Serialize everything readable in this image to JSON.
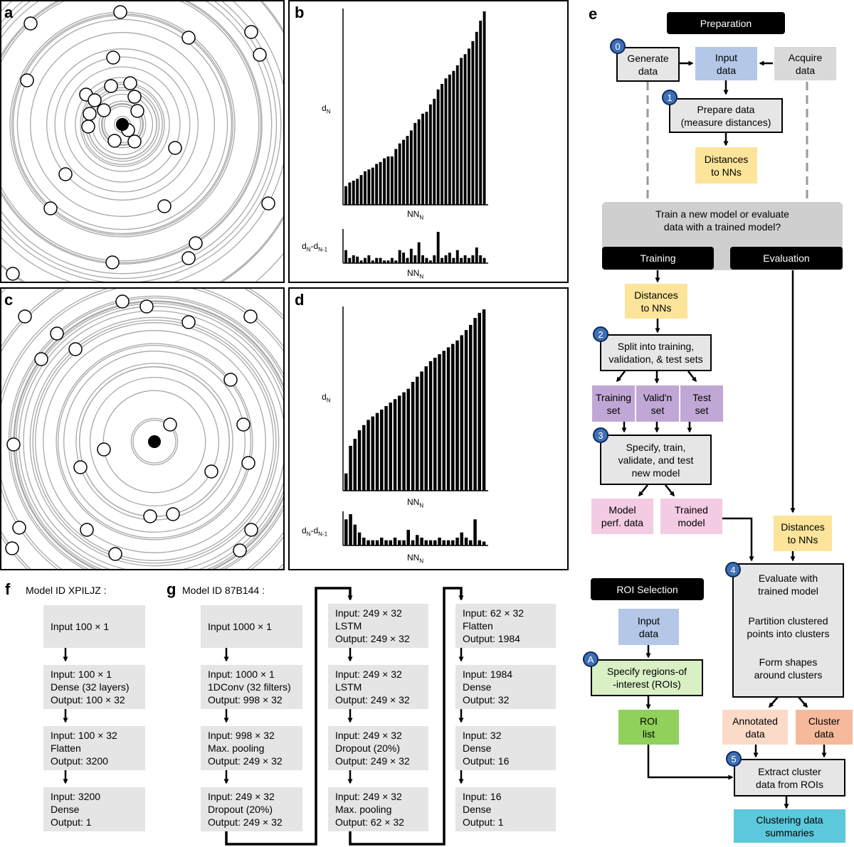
{
  "panels": {
    "a": "a",
    "b": "b",
    "c": "c",
    "d": "d",
    "e": "e",
    "f": "f",
    "g": "g"
  },
  "axes": {
    "dN_main": "d",
    "dN_sub": "N",
    "NNN_main": "NN",
    "NNN_sub": "N",
    "diff_main": "d",
    "diff_sub1": "N",
    "diff_mid": "-d",
    "diff_sub2": "N-1"
  },
  "chart_data": [
    {
      "type": "bar",
      "panel": "b",
      "series": [
        {
          "values": [
            1.0,
            1.2,
            1.3,
            1.4,
            1.6,
            1.8,
            1.9,
            2.0,
            2.2,
            2.3,
            2.5,
            2.6,
            2.6,
            3.0,
            3.3,
            3.5,
            3.7,
            4.0,
            4.4,
            4.6,
            4.9,
            5.0,
            5.4,
            5.7,
            6.2,
            6.5,
            6.8,
            7.0,
            7.2,
            7.5,
            7.9,
            8.1,
            8.4,
            8.8,
            9.3,
            9.9,
            10.4
          ]
        },
        {
          "values": [
            0.5,
            0.2,
            0.3,
            0.25,
            0.1,
            0.2,
            0.3,
            0.1,
            0.2,
            0.2,
            0.1,
            0.1,
            0.2,
            0.1,
            0.5,
            0.4,
            0.2,
            0.55,
            0.3,
            0.8,
            0.3,
            0.2,
            0.1,
            0.3,
            1.2,
            0.2,
            0.3,
            0.4,
            0.2,
            0.5,
            0.2,
            0.3,
            0.2,
            0.3,
            0.6,
            0.3,
            0.2
          ]
        }
      ]
    },
    {
      "type": "bar",
      "panel": "d",
      "series": [
        {
          "values": [
            1.0,
            2.6,
            3.0,
            3.5,
            3.8,
            4.1,
            4.3,
            4.5,
            4.7,
            4.9,
            5.1,
            5.3,
            5.5,
            5.7,
            5.9,
            6.3,
            6.6,
            6.9,
            7.2,
            7.5,
            7.7,
            7.9,
            8.1,
            8.3,
            8.5,
            8.7,
            9.0,
            9.3,
            9.6,
            10.0,
            10.3,
            10.5
          ]
        },
        {
          "values": [
            1.0,
            1.2,
            0.8,
            0.5,
            0.3,
            0.2,
            0.2,
            0.2,
            0.3,
            0.2,
            0.2,
            0.3,
            0.2,
            0.2,
            0.6,
            0.2,
            0.4,
            0.3,
            0.2,
            0.2,
            0.2,
            0.3,
            0.2,
            0.2,
            0.2,
            0.3,
            0.5,
            0.3,
            0.2,
            1.0,
            0.2,
            0.15
          ]
        }
      ]
    }
  ],
  "flow": {
    "preparation": "Preparation",
    "generate_data": "Generate\ndata",
    "input_data": "Input\ndata",
    "acquire_data": "Acquire\ndata",
    "prepare_data": "Prepare data\n(measure distances)",
    "distances_nns": "Distances\nto NNs",
    "question": "Train a new model or evaluate\ndata with a trained model?",
    "training": "Training",
    "evaluation": "Evaluation",
    "split": "Split into training,\nvalidation, & test sets",
    "training_set": "Training\nset",
    "validn_set": "Valid'n\nset",
    "test_set": "Test\nset",
    "specify": "Specify, train,\nvalidate, and test\nnew model",
    "model_perf": "Model\nperf. data",
    "trained_model": "Trained\nmodel",
    "evaluate_with": "Evaluate with\ntrained model",
    "partition": "Partition clustered\npoints into clusters",
    "form_shapes": "Form shapes\naround clusters",
    "roi_selection": "ROI Selection",
    "roi_input": "Input\ndata",
    "specify_roi": "Specify regions-of\n-interest (ROIs)",
    "roi_list": "ROI\nlist",
    "annotated": "Annotated\ndata",
    "cluster_data": "Cluster\ndata",
    "extract": "Extract cluster\ndata from ROIs",
    "summaries": "Clustering data\nsummaries",
    "badges": [
      "0",
      "1",
      "2",
      "3",
      "4",
      "5",
      "A"
    ]
  },
  "colors": {
    "input": "#b4c7e7",
    "yellow": "#fce49a",
    "purple": "#c1a7d6",
    "pink": "#f3cbe3",
    "green": "#d8f0c4",
    "green_dark": "#8fd15a",
    "peach": "#fbdac7",
    "orange": "#f6b99b",
    "cyan": "#5dc7db",
    "gray": "#e6e6e6",
    "badge": "#3f6fb5"
  },
  "model_f": {
    "title": "Model ID XPILJZ :",
    "layers": [
      "Input 100 × 1",
      "Input: 100 × 1\nDense (32 layers)\nOutput: 100 × 32",
      "Input: 100 × 32\nFlatten\nOutput: 3200",
      "Input: 3200\nDense\nOutput: 1"
    ]
  },
  "model_g": {
    "title": "Model ID 87B144 :",
    "col1": [
      "Input 1000 × 1",
      "Input: 1000 × 1\n1DConv (32 filters)\nOutput: 998 × 32",
      "Input: 998 × 32\nMax. pooling\nOutput: 249 × 32",
      "Input: 249 × 32\nDropout (20%)\nOutput: 249 × 32"
    ],
    "col2": [
      "Input: 249 × 32\nLSTM\nOutput: 249 × 32",
      "Input: 249 × 32\nLSTM\nOutput: 249 × 32",
      "Input: 249 × 32\nDropout (20%)\nOutput: 249 × 32",
      "Input: 249 × 32\nMax. pooling\nOutput: 62 × 32"
    ],
    "col3": [
      "Input: 62 × 32\nFlatten\nOutput: 1984",
      "Input: 1984\nDense\nOutput: 32",
      "Input: 32\nDense\nOutput: 16",
      "Input: 16\nDense\nOutput: 1"
    ]
  }
}
